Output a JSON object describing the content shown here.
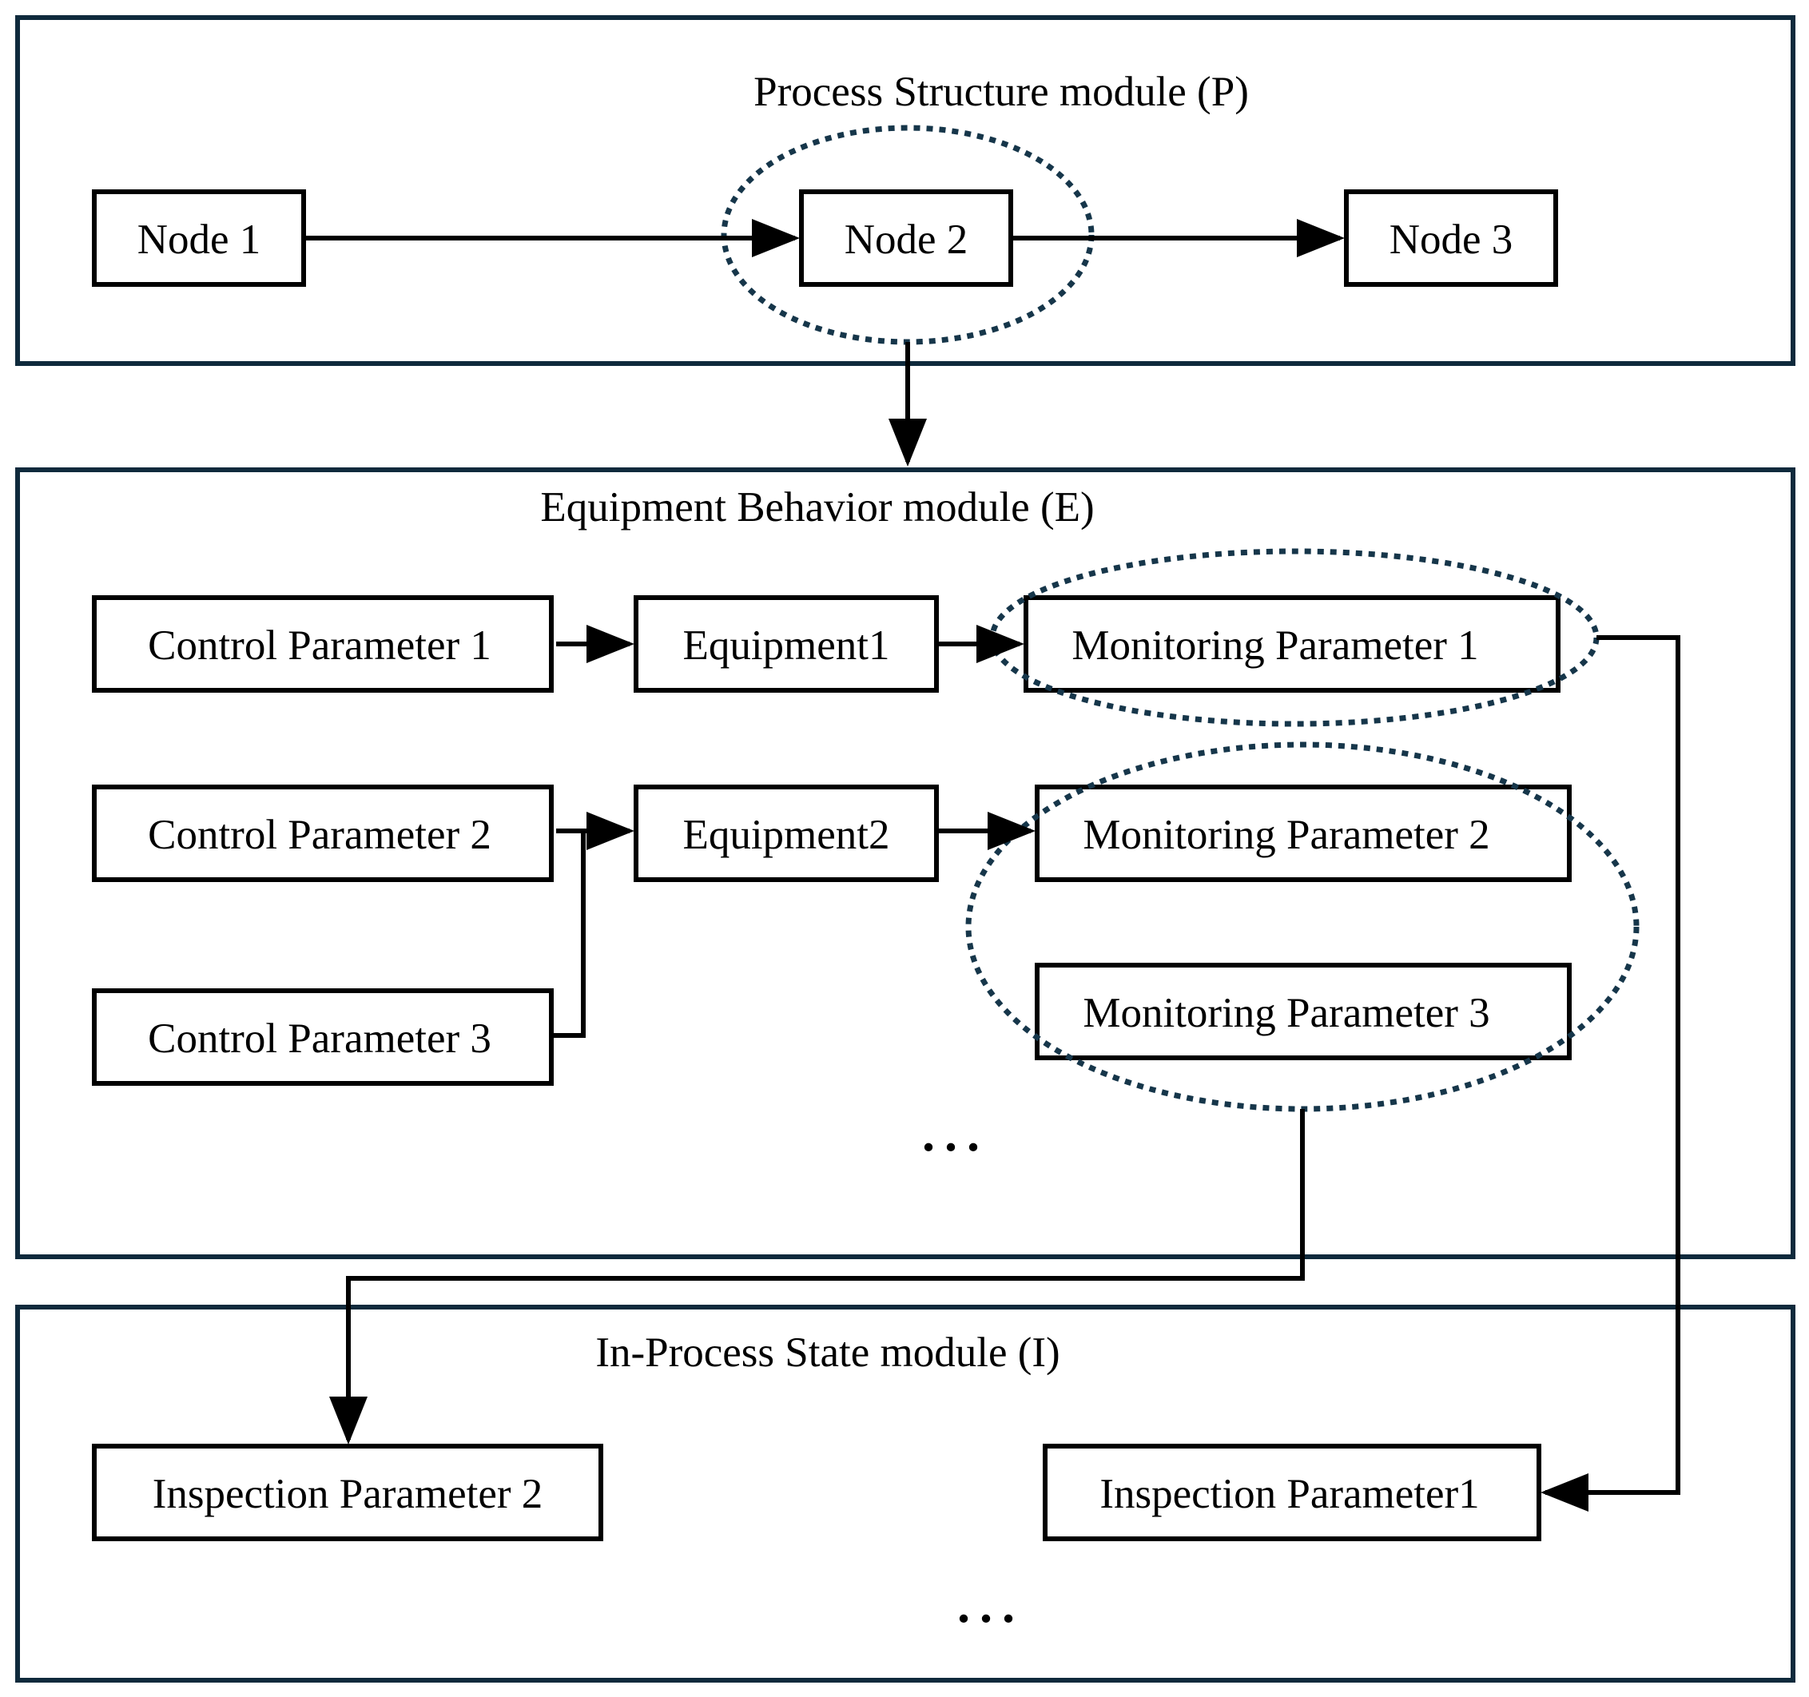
{
  "colors": {
    "module_border": "#0f2a3c",
    "box_border": "#000000",
    "dotted_ellipse": "#16364a",
    "arrow": "#000000",
    "background": "#ffffff"
  },
  "modules": {
    "process": {
      "title": "Process Structure module (P)",
      "nodes": [
        "Node 1",
        "Node 2",
        "Node 3"
      ]
    },
    "equipment": {
      "title": "Equipment Behavior module (E)",
      "control_parameters": [
        "Control Parameter 1",
        "Control Parameter 2",
        "Control Parameter 3"
      ],
      "equipment": [
        "Equipment1",
        "Equipment2"
      ],
      "monitoring_parameters": [
        "Monitoring Parameter 1",
        "Monitoring Parameter 2",
        "Monitoring Parameter 3"
      ],
      "more": "..."
    },
    "inprocess": {
      "title": "In-Process State module (I)",
      "inspection_parameters": [
        "Inspection Parameter 2",
        "Inspection Parameter1"
      ],
      "more": "..."
    }
  }
}
